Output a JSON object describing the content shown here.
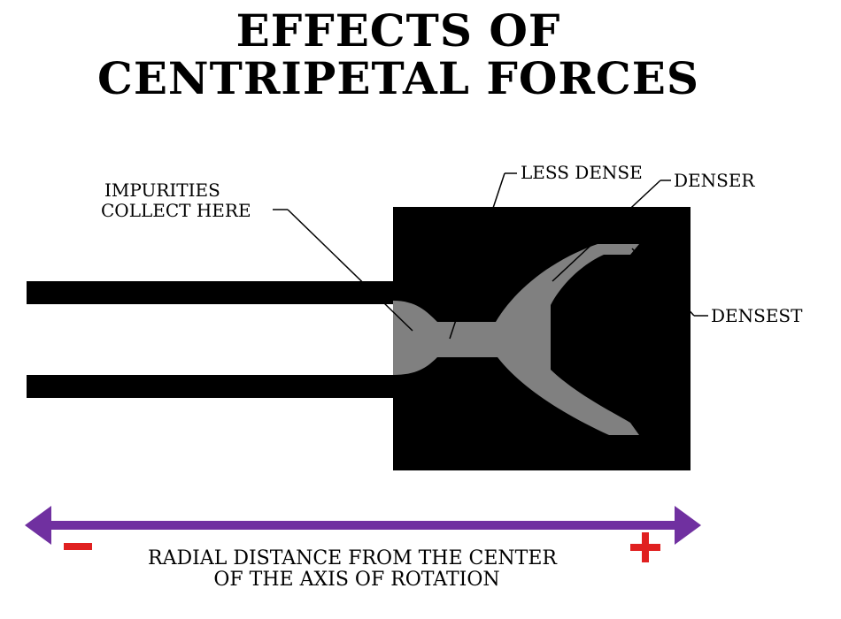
{
  "title": {
    "line1": "EFFECTS OF",
    "line2": "CENTRIPETAL FORCES"
  },
  "labels": {
    "impurities_line1": "IMPURITIES",
    "impurities_line2": "COLLECT HERE",
    "less_dense": "LESS DENSE",
    "denser": "DENSER",
    "densest": "DENSEST"
  },
  "axis": {
    "label_line1": "RADIAL DISTANCE FROM THE CENTER",
    "label_line2": "OF THE AXIS OF ROTATION",
    "minus_symbol": "−",
    "plus_symbol": "+"
  },
  "colors": {
    "tube": "#000000",
    "fluid": "#808080",
    "axis_arrow": "#7030a0",
    "sign": "#e02020",
    "leader": "#000000"
  }
}
